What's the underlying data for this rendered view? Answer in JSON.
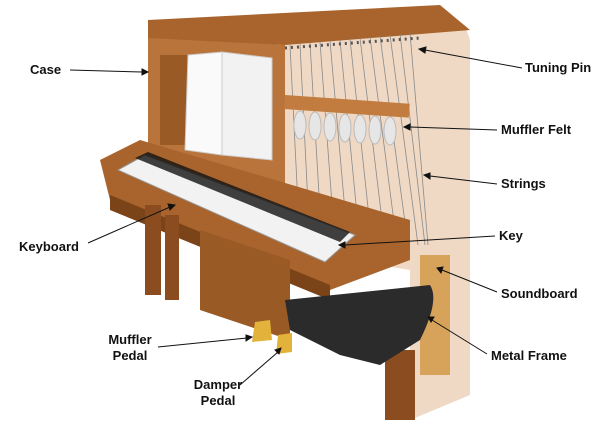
{
  "labels": {
    "case": "Case",
    "tuning_pin": "Tuning Pin",
    "muffler_felt": "Muffler Felt",
    "strings": "Strings",
    "key": "Key",
    "keyboard": "Keyboard",
    "soundboard": "Soundboard",
    "metal_frame": "Metal Frame",
    "muffler_pedal": [
      "Muffler",
      "Pedal"
    ],
    "damper_pedal": [
      "Damper",
      "Pedal"
    ]
  },
  "colors": {
    "wood": "#a8642c",
    "wood_dark": "#6e3a14",
    "case_transparent": "#e9cbb0",
    "strings": "#8a8a8a",
    "frame": "#2b2b2b",
    "pedal": "#e2b23a"
  }
}
